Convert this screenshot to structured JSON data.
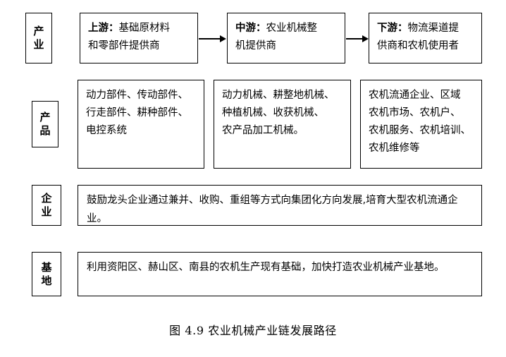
{
  "figure": {
    "caption": "图 4.9 农业机械产业链发展路径",
    "border_color": "#000000",
    "background_color": "#ffffff",
    "text_color": "#000000"
  },
  "rows": [
    {
      "key": "industry",
      "label": "产业",
      "boxes": [
        {
          "key": "upstream",
          "prefix": "上游：",
          "lines": [
            "基础原材料",
            "和零部件提供商"
          ]
        },
        {
          "key": "midstream",
          "prefix": "中游：",
          "lines": [
            "农业机械整",
            "机提供商"
          ]
        },
        {
          "key": "downstream",
          "prefix": "下游：",
          "lines": [
            "物流渠道提",
            "供商和农机使用者"
          ]
        }
      ]
    },
    {
      "key": "product",
      "label": "产品",
      "boxes": [
        {
          "key": "upstream-products",
          "prefix": "",
          "lines": [
            "动力部件、传动部件、",
            "行走部件、耕种部件、",
            "电控系统"
          ]
        },
        {
          "key": "midstream-products",
          "prefix": "",
          "lines": [
            "动力机械、耕整地机械、",
            "种植机械、收获机械、",
            "农产品加工机械。"
          ]
        },
        {
          "key": "downstream-products",
          "prefix": "",
          "lines": [
            "农机流通企业、区域",
            "农机市场、农机户、",
            "农机服务、农机培训、",
            "农机维修等"
          ]
        }
      ]
    },
    {
      "key": "enterprise",
      "label": "企业",
      "text": "鼓励龙头企业通过兼并、收购、重组等方式向集团化方向发展,培育大型农机流通企业。"
    },
    {
      "key": "base",
      "label": "基地",
      "text": "利用资阳区、赫山区、南县的农机生产现有基础，加快打造农业机械产业基地。"
    }
  ],
  "arrows": [
    {
      "key": "upstream-to-midstream",
      "from": "upstream",
      "to": "midstream"
    },
    {
      "key": "midstream-to-downstream",
      "from": "midstream",
      "to": "downstream"
    }
  ]
}
